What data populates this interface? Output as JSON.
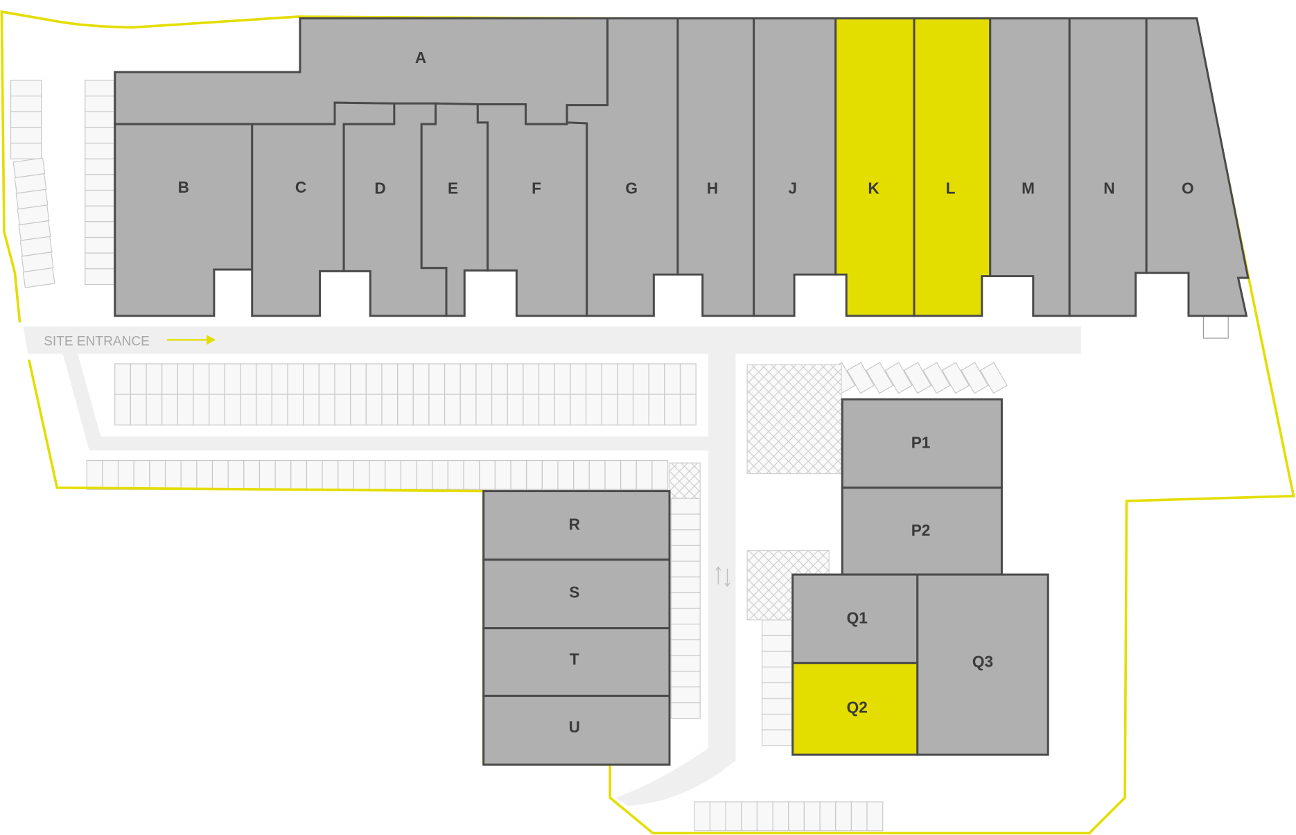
{
  "colors": {
    "unit": "#b0b0b0",
    "available": "#e4dd00",
    "outline": "#4a4a4a",
    "boundary": "#e4dd00",
    "road": "#efefef"
  },
  "site_entrance": {
    "label": "SITE ENTRANCE",
    "icon": "arrow-right-icon"
  },
  "traffic_icon": "two-way-arrows-icon",
  "units": [
    {
      "id": "A",
      "label": "A",
      "available": false
    },
    {
      "id": "B",
      "label": "B",
      "available": false
    },
    {
      "id": "C",
      "label": "C",
      "available": false
    },
    {
      "id": "D",
      "label": "D",
      "available": false
    },
    {
      "id": "E",
      "label": "E",
      "available": false
    },
    {
      "id": "F",
      "label": "F",
      "available": false
    },
    {
      "id": "G",
      "label": "G",
      "available": false
    },
    {
      "id": "H",
      "label": "H",
      "available": false
    },
    {
      "id": "J",
      "label": "J",
      "available": false
    },
    {
      "id": "K",
      "label": "K",
      "available": true
    },
    {
      "id": "L",
      "label": "L",
      "available": true
    },
    {
      "id": "M",
      "label": "M",
      "available": false
    },
    {
      "id": "N",
      "label": "N",
      "available": false
    },
    {
      "id": "O",
      "label": "O",
      "available": false
    },
    {
      "id": "P1",
      "label": "P1",
      "available": false
    },
    {
      "id": "P2",
      "label": "P2",
      "available": false
    },
    {
      "id": "Q1",
      "label": "Q1",
      "available": false
    },
    {
      "id": "Q2",
      "label": "Q2",
      "available": true
    },
    {
      "id": "Q3",
      "label": "Q3",
      "available": false
    },
    {
      "id": "R",
      "label": "R",
      "available": false
    },
    {
      "id": "S",
      "label": "S",
      "available": false
    },
    {
      "id": "T",
      "label": "T",
      "available": false
    },
    {
      "id": "U",
      "label": "U",
      "available": false
    }
  ]
}
